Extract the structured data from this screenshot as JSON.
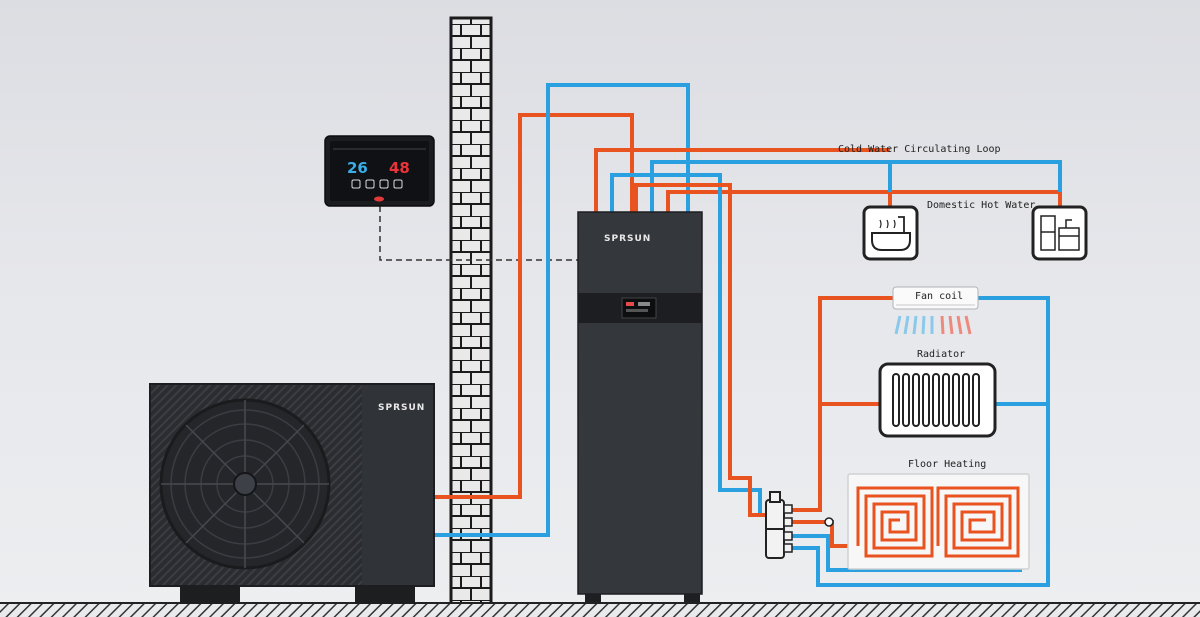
{
  "labels": {
    "cold_water_loop": "Cold Water Circulating Loop",
    "domestic_hot_water": "Domestic Hot Water",
    "fan_coil": "Fan coil",
    "radiator": "Radiator",
    "floor_heating": "Floor Heating"
  },
  "brand": {
    "outdoor_unit": "SPRSUN",
    "indoor_unit": "SPRSUN"
  },
  "controller": {
    "temp_left": "26",
    "temp_right": "48"
  },
  "colors": {
    "hot_pipe": "#e8531f",
    "cold_pipe": "#2aa0e0",
    "unit_body": "#2f3236",
    "wall": "#d9dadd"
  }
}
